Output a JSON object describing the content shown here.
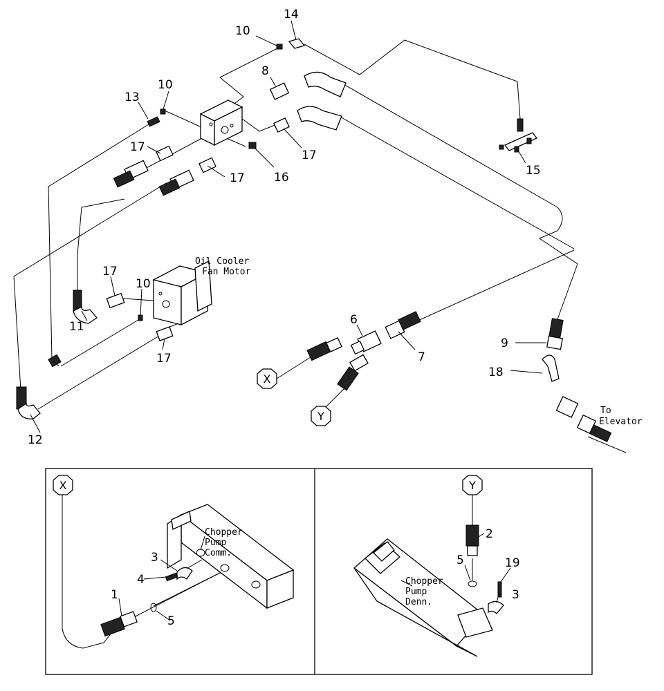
{
  "callouts": {
    "c14": "14",
    "c10a": "10",
    "c8": "8",
    "c13": "13",
    "c10b": "10",
    "c17a": "17",
    "c17b": "17",
    "c16": "16",
    "c17c": "17",
    "c15": "15",
    "c17d": "17",
    "c10c": "10",
    "c11": "11",
    "c17e": "17",
    "c6": "6",
    "c7": "7",
    "c9": "9",
    "c18": "18",
    "c12": "12",
    "c2": "2",
    "c5a": "5",
    "c19": "19",
    "c3a": "3",
    "c3b": "3",
    "c4": "4",
    "c1": "1",
    "c5b": "5"
  },
  "labels": {
    "oil_cooler_1": "Oil Cooler",
    "oil_cooler_2": "Fan Motor",
    "to_elevator_1": "To",
    "to_elevator_2": "Elevator",
    "comm_1": "Chopper",
    "comm_2": "Pump",
    "comm_3": "Comm.",
    "denn_1": "Chopper",
    "denn_2": "Pump",
    "denn_3": "Denn."
  },
  "connectors": {
    "x_main": "X",
    "y_main": "Y",
    "x_detail": "X",
    "y_detail": "Y"
  }
}
